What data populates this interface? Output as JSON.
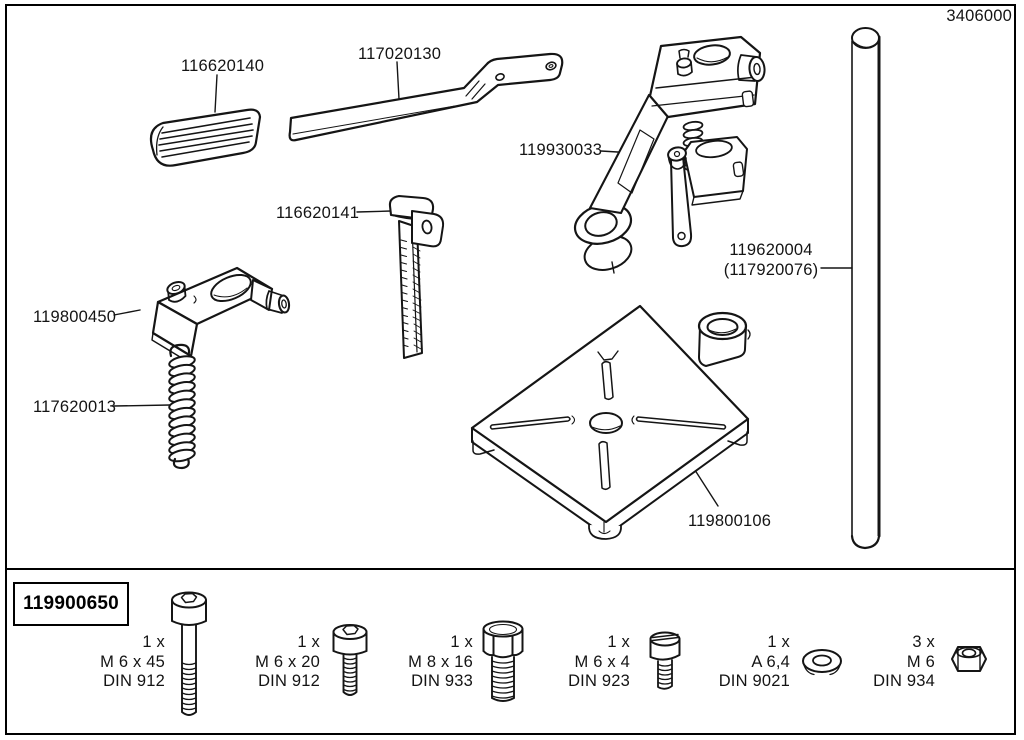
{
  "doc": {
    "assembly_number": "3406000",
    "kit_number": "119900650"
  },
  "colors": {
    "line": "#151515",
    "background": "#ffffff"
  },
  "parts": [
    {
      "id": "grip-pad",
      "label": "116620140"
    },
    {
      "id": "lever-bar",
      "label": "117020130"
    },
    {
      "id": "carriage",
      "label": "119930033"
    },
    {
      "id": "rack",
      "label": "116620141"
    },
    {
      "id": "column",
      "label": "119620004",
      "alt_label": "(117920076)"
    },
    {
      "id": "clamp-block",
      "label": "119800450"
    },
    {
      "id": "spring",
      "label": "117620013"
    },
    {
      "id": "base-plate",
      "label": "119800106"
    }
  ],
  "hardware_panel": {
    "items": [
      {
        "icon": "socket-head-screw-long",
        "qty": "1 x",
        "spec": "M 6 x 45",
        "standard": "DIN 912"
      },
      {
        "icon": "socket-head-screw-short",
        "qty": "1 x",
        "spec": "M 6 x 20",
        "standard": "DIN 912"
      },
      {
        "icon": "hex-bolt",
        "qty": "1 x",
        "spec": "M 8 x 16",
        "standard": "DIN 933"
      },
      {
        "icon": "slotted-screw",
        "qty": "1 x",
        "spec": "M 6 x 4",
        "standard": "DIN 923"
      },
      {
        "icon": "washer",
        "qty": "1 x",
        "spec": "A 6,4",
        "standard": "DIN 9021"
      },
      {
        "icon": "hex-nut",
        "qty": "3 x",
        "spec": "M 6",
        "standard": "DIN 934"
      }
    ]
  }
}
